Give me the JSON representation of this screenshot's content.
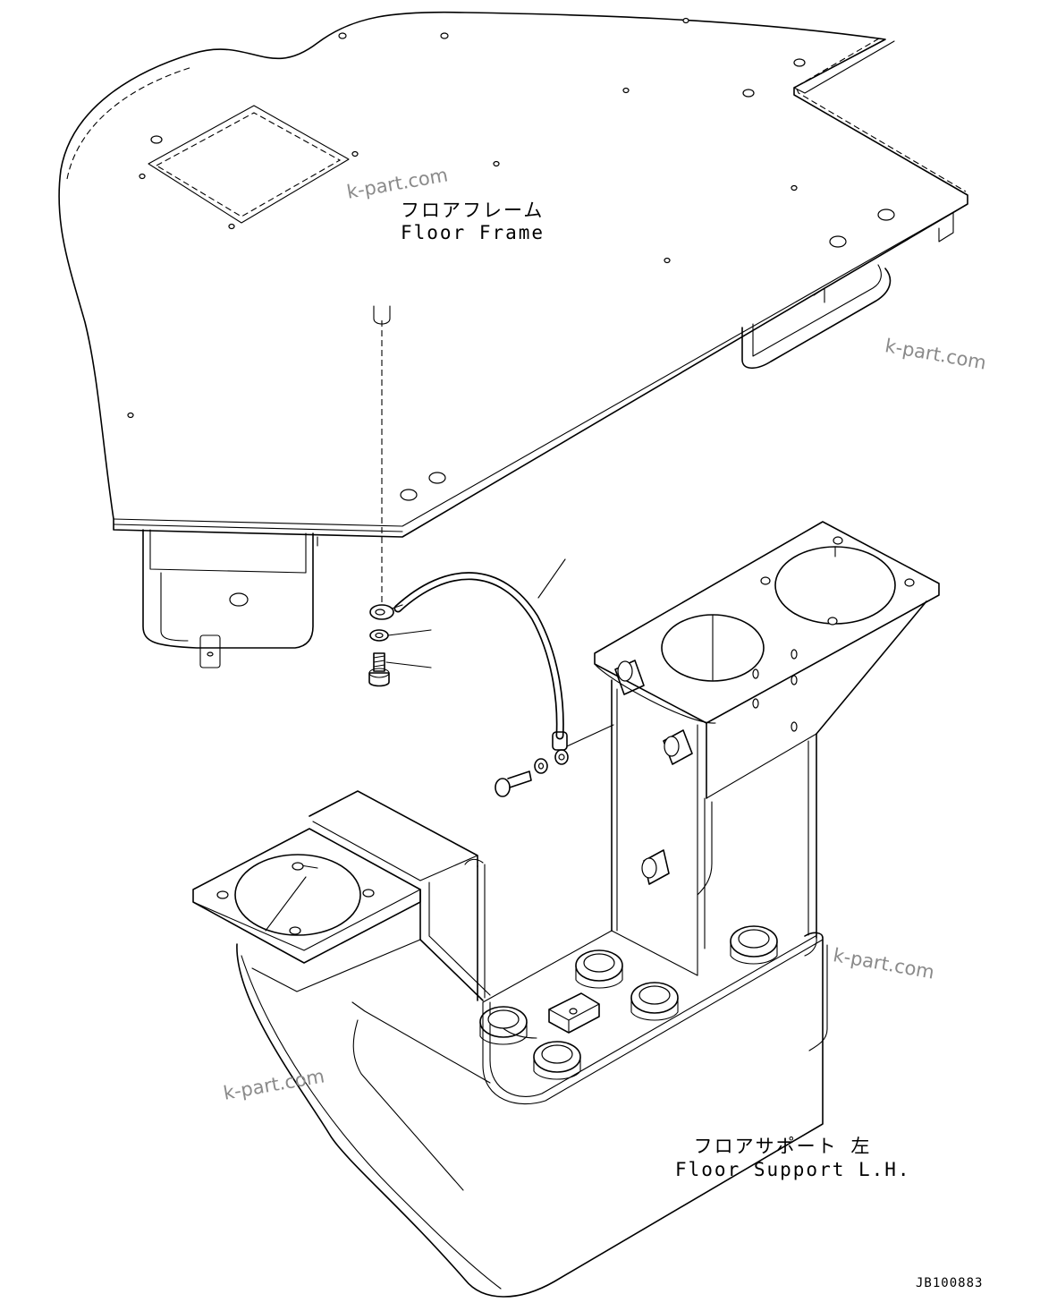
{
  "labels": {
    "floor_frame_jp": "フロアフレーム",
    "floor_frame_en": "Floor Frame",
    "floor_support_jp": "フロアサポート 左",
    "floor_support_en": "Floor Support L.H."
  },
  "watermark": "k-part.com",
  "drawing_code": "JB100883"
}
